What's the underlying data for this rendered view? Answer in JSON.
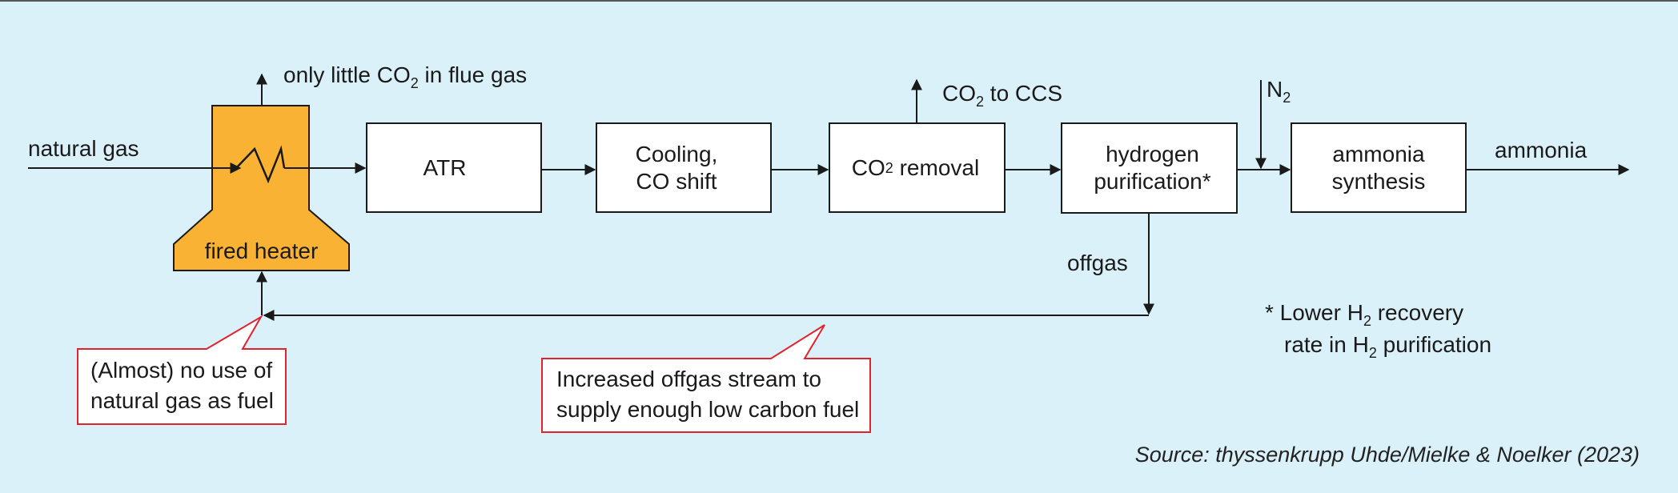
{
  "streams": {
    "natural_gas": "natural gas",
    "flue_gas_pre": "only little CO",
    "flue_gas_sub": "2",
    "flue_gas_post": " in flue gas",
    "co2_ccs_pre": "CO",
    "co2_ccs_sub": "2",
    "co2_ccs_post": " to CCS",
    "n2_pre": "N",
    "n2_sub": "2",
    "ammonia": "ammonia",
    "offgas": "offgas"
  },
  "units": {
    "fired_heater": "fired heater",
    "atr": "ATR",
    "cooling_line1": "Cooling,",
    "cooling_line2": "CO shift",
    "co2_removal_pre": "CO",
    "co2_removal_sub": "2",
    "co2_removal_post": " removal",
    "h2_line1": "hydrogen",
    "h2_line2": "purification*",
    "nh3_line1": "ammonia",
    "nh3_line2": "synthesis"
  },
  "callouts": {
    "fuel_line1": "(Almost) no use of",
    "fuel_line2": "natural gas as fuel",
    "offgas_line1": "Increased offgas stream to",
    "offgas_line2": "supply enough low carbon fuel"
  },
  "footnote": {
    "line1_pre": "* Lower H",
    "line1_sub": "2",
    "line1_post": " recovery",
    "line2_pre": "rate in H",
    "line2_sub": "2",
    "line2_post": " purification"
  },
  "source": "Source: thyssenkrupp Uhde/Mielke & Noelker (2023)",
  "colors": {
    "background": "#dbf1f9",
    "heater_fill": "#f9b234",
    "callout_border": "#e0232f",
    "line": "#1a1a1a"
  }
}
